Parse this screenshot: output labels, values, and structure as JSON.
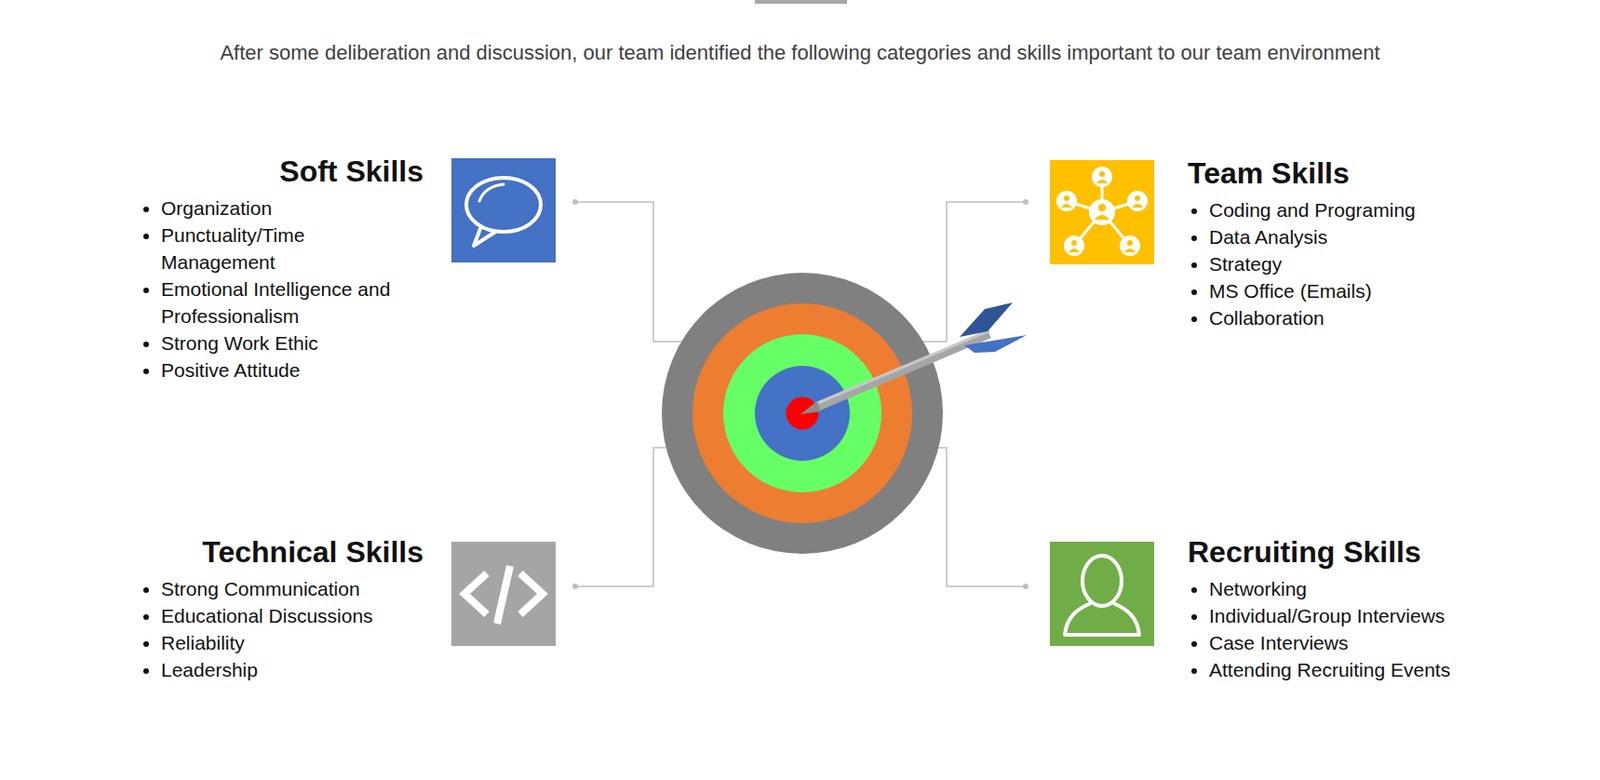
{
  "diagram": {
    "title": "After some deliberation and discussion, our team identified the following categories and skills important to our team environment",
    "nodes": [
      {
        "text": [
          "Soft Skills",
          "Organization",
          "Punctuality/Time Management",
          "Emotional Intelligence and Professionalism",
          "Strong Work Ethic",
          "Positive Attitude"
        ]
      },
      {
        "text": [
          "Team Skills",
          "Coding and Programing",
          "Data Analysis",
          "Strategy",
          "MS Office (Emails)",
          "Collaboration"
        ]
      },
      {
        "text": [
          "Technical Skills",
          "Strong Communication",
          "Educational Discussions",
          "Reliability",
          "Leadership"
        ]
      },
      {
        "text": [
          "Recruiting Skills",
          "Networking",
          "Individual/Group Interviews",
          "Case Interviews",
          "Attending Recruiting Events"
        ]
      }
    ]
  }
}
